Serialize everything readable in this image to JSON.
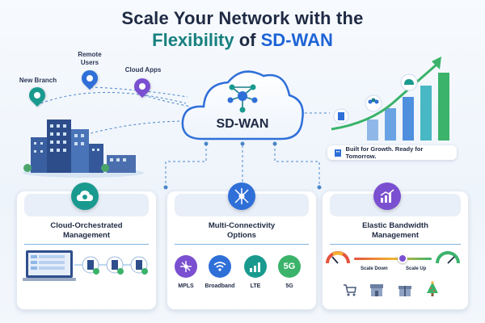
{
  "title": {
    "line1": "Scale Your Network with the",
    "line2_word1": "Flexibility",
    "line2_word2": " of ",
    "line2_word3": "SD-WAN"
  },
  "locations": {
    "new_branch": "New Branch",
    "remote_users": "Remote\nUsers",
    "cloud_apps": "Cloud Apps"
  },
  "center": {
    "label": "SD-WAN"
  },
  "growth_banner": {
    "text": "Built for Growth. Ready for Tomorrow."
  },
  "panels": {
    "cloud": {
      "title": "Cloud-Orchestrated\nManagement"
    },
    "connectivity": {
      "title": "Multi-Connectivity\nOptions",
      "options": [
        {
          "label": "MPLS",
          "icon": "hub-icon"
        },
        {
          "label": "Broadband",
          "icon": "wifi-icon"
        },
        {
          "label": "LTE",
          "icon": "signal-icon"
        },
        {
          "label": "5G",
          "icon": "5g-badge"
        }
      ],
      "badge_5g": "5G"
    },
    "bandwidth": {
      "title": "Elastic Bandwidth\nManagement",
      "scale_down": "Scale Down",
      "scale_up": "Scale Up"
    }
  },
  "colors": {
    "teal": "#17807f",
    "blue": "#1e63d6",
    "purple": "#7a4fd0",
    "green": "#3bb36b"
  }
}
